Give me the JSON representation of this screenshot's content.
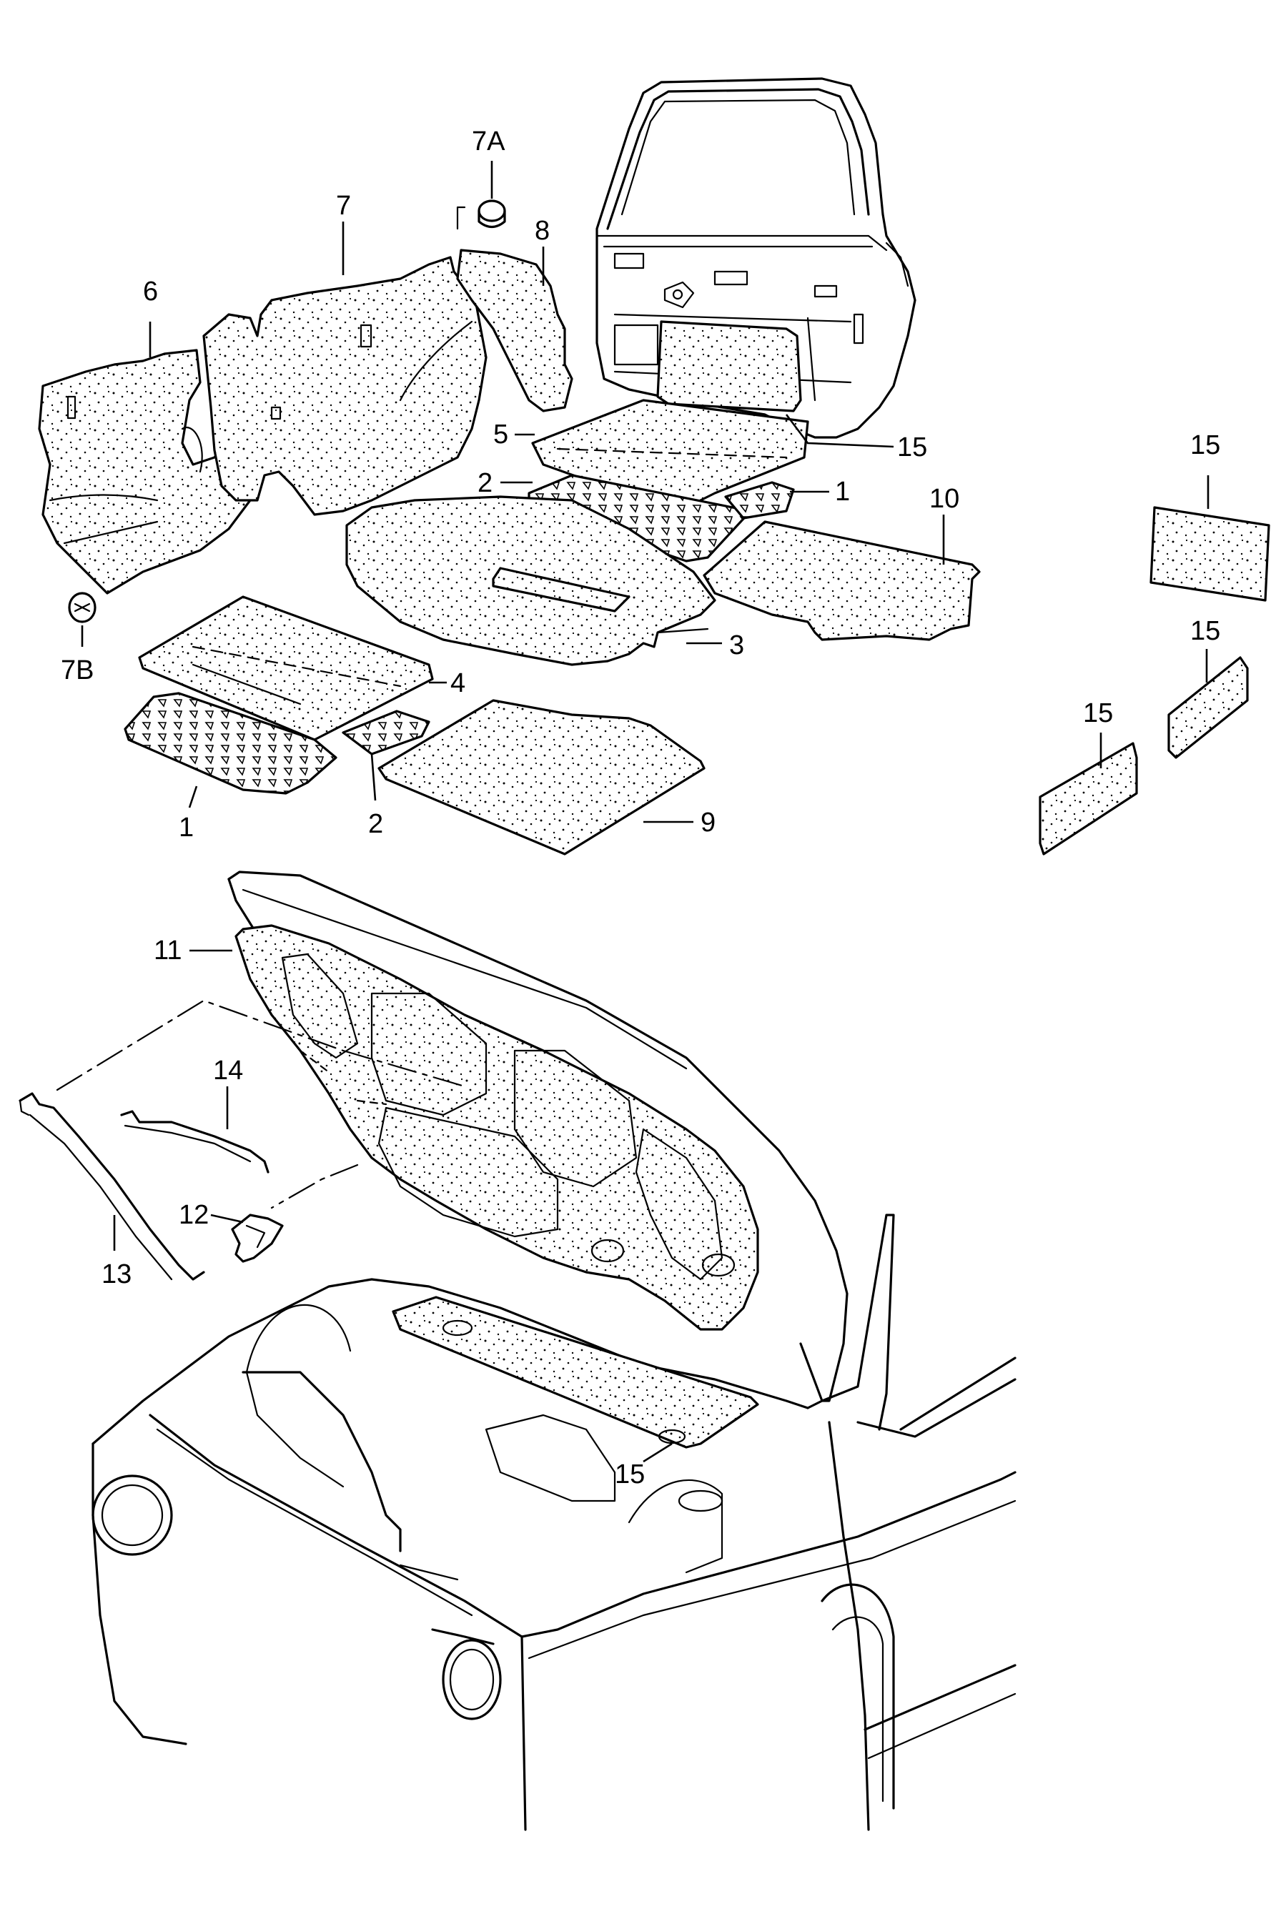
{
  "callouts": {
    "c1_upper": "1",
    "c1_lower": "1",
    "c2_upper": "2",
    "c2_lower": "2",
    "c3": "3",
    "c4": "4",
    "c5": "5",
    "c6": "6",
    "c7": "7",
    "c7a": "7A",
    "c7b": "7B",
    "c8": "8",
    "c9": "9",
    "c10": "10",
    "c11": "11",
    "c12": "12",
    "c13": "13",
    "c14": "14",
    "c15_door": "15",
    "c15_right_top": "15",
    "c15_right_mid": "15",
    "c15_right_low": "15",
    "c15_engine": "15"
  },
  "colors": {
    "line": "#000000",
    "background": "#ffffff",
    "pad_texture": "#000000"
  }
}
